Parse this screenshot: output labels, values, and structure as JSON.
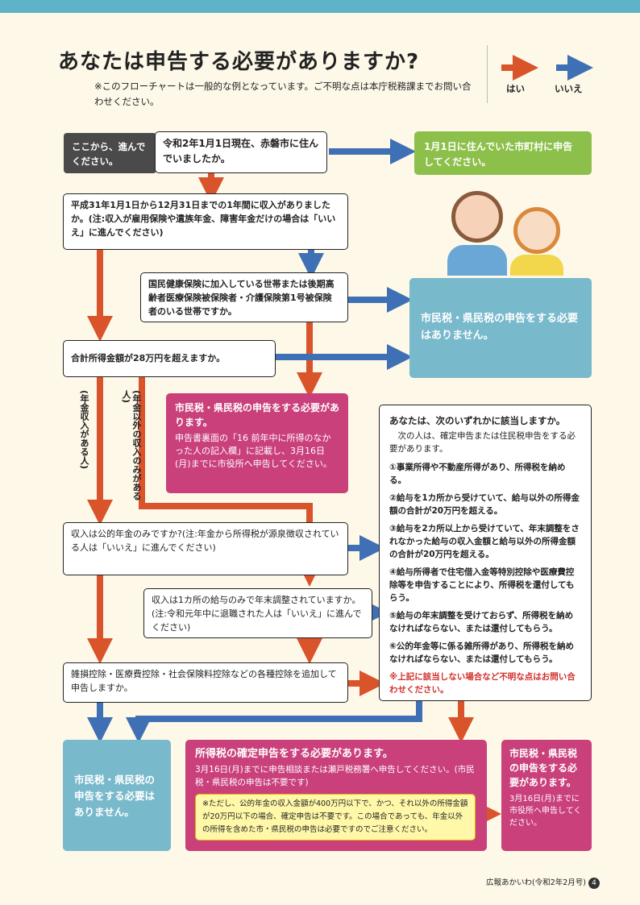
{
  "header": {
    "title": "あなたは申告する必要がありますか?",
    "note": "※このフローチャートは一般的な例となっています。ご不明な点は本庁税務課までお問い合わせください。",
    "legend_yes": "はい",
    "legend_no": "いいえ"
  },
  "colors": {
    "yes": "#d9532b",
    "no": "#3f6fb5",
    "green": "#8cc04a",
    "teal": "#79b9cc",
    "pink": "#c9407b"
  },
  "flow": {
    "start_label": "ここから、進んでください。",
    "q1": "令和2年1月1日現在、赤磐市に住んでいましたか。",
    "r1": "1月1日に住んでいた市町村に申告してください。",
    "q2": "平成31年1月1日から12月31日までの1年間に収入がありましたか。(注:収入が雇用保険や遺族年金、障害年金だけの場合は「いいえ」に進んでください)",
    "q3": "国民健康保険に加入している世帯または後期高齢者医療保険被保険者・介護保険第1号被保険者のいる世帯ですか。",
    "r_none": "市民税・県民税の申告をする必要はありません。",
    "q4": "合計所得金額が28万円を超えますか。",
    "label_pension": "(年金収入がある人)",
    "label_other": "(年金以外の収入のみがある人)",
    "r_local_title": "市民税・県民税の申告をする必要があります。",
    "r_local_body": "申告書裏面の「16 前年中に所得のなかった人の記入欄」に記載し、3月16日(月)までに市役所へ申告してください。",
    "q5": "収入は公的年金のみですか?(注:年金から所得税が源泉徴収されている人は「いいえ」に進んでください)",
    "q6": "収入は1カ所の給与のみで年末調整されていますか。(注:令和元年中に退職された人は「いいえ」に進んでください)",
    "q7": "雑損控除・医療費控除・社会保険料控除などの各種控除を追加して申告しますか。",
    "cond_title": "あなたは、次のいずれかに該当しますか。",
    "cond_intro": "次の人は、確定申告または住民税申告をする必要があります。",
    "cond_items": [
      "①事業所得や不動産所得があり、所得税を納める。",
      "②給与を1カ所から受けていて、給与以外の所得金額の合計が20万円を超える。",
      "③給与を2カ所以上から受けていて、年末調整をされなかった給与の収入金額と給与以外の所得金額の合計が20万円を超える。",
      "④給与所得者で住宅借入金等特別控除や医療費控除等を申告することにより、所得税を還付してもらう。",
      "⑤給与の年末調整を受けておらず、所得税を納めなければならない、または還付してもらう。",
      "⑥公的年金等に係る雑所得があり、所得税を納めなければならない、または還付してもらう。"
    ],
    "cond_note": "※上記に該当しない場合など不明な点はお問い合わせください。",
    "end_none": "市民税・県民税の申告をする必要はありません。",
    "end_income_title": "所得税の確定申告をする必要があります。",
    "end_income_body": "3月16日(月)までに申告相談または瀬戸税務署へ申告してください。(市民税・県民税の申告は不要です)",
    "end_income_note": "※ただし、公的年金の収入金額が400万円以下で、かつ、それ以外の所得金額が20万円以下の場合、確定申告は不要です。この場合であっても、年金以外の所得を含めた市・県民税の申告は必要ですのでご注意ください。",
    "end_local_title": "市民税・県民税の申告をする必要があります。",
    "end_local_body": "3月16日(月)までに市役所へ申告してください。"
  },
  "footer": {
    "publication": "広報あかいわ(令和2年2月号)",
    "page": "4"
  }
}
